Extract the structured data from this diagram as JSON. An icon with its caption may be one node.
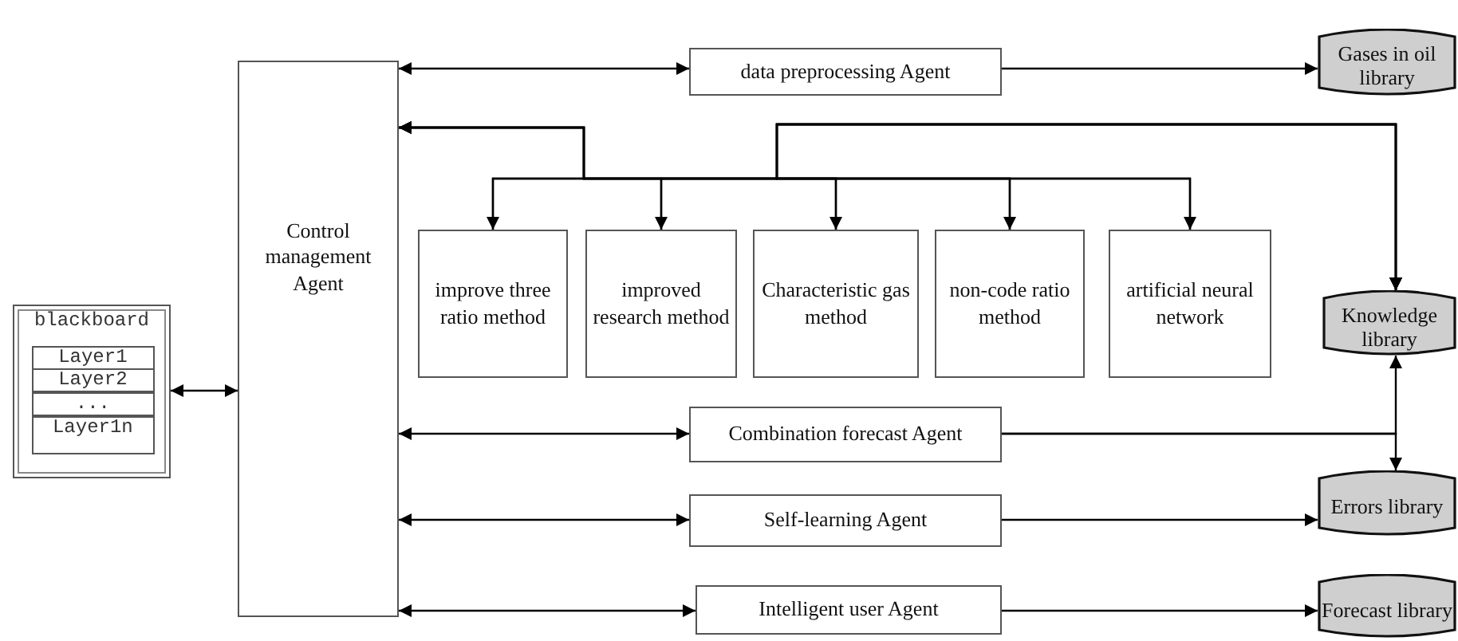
{
  "diagram": {
    "nodes": [
      {
        "text": [
          "blackboard"
        ]
      },
      {
        "text": [
          "Layer1"
        ],
        "in": 0
      },
      {
        "text": [
          "Layer2"
        ],
        "in": 0
      },
      {
        "text": [
          "..."
        ],
        "in": 0
      },
      {
        "text": [
          "Layer1n"
        ],
        "in": 0
      },
      {
        "text": [
          "Control management Agent"
        ]
      },
      {
        "text": [
          "data preprocessing Agent"
        ]
      },
      {
        "text": [
          "Gases in oil library"
        ]
      },
      {
        "text": [
          "improve three ratio method"
        ]
      },
      {
        "text": [
          "improved research method"
        ]
      },
      {
        "text": [
          "Characteristic gas method"
        ]
      },
      {
        "text": [
          "non-code ratio method"
        ]
      },
      {
        "text": [
          "artificial neural network"
        ]
      },
      {
        "text": [
          "Knowledge library"
        ]
      },
      {
        "text": [
          "Combination forecast Agent"
        ]
      },
      {
        "text": [
          "Errors library"
        ]
      },
      {
        "text": [
          "Self-learning Agent"
        ]
      },
      {
        "text": [
          "Intelligent user Agent"
        ]
      },
      {
        "text": [
          "Forecast library"
        ]
      }
    ],
    "edges": [
      {
        "from": 0,
        "to": 5,
        "arrow": "both"
      },
      {
        "from": 5,
        "to": 6,
        "arrow": "both"
      },
      {
        "from": 6,
        "to": 7,
        "arrow": "to"
      },
      {
        "from": 8,
        "to": 5,
        "arrow": "both"
      },
      {
        "from": 9,
        "to": 5,
        "arrow": "both"
      },
      {
        "from": 10,
        "to": 5,
        "arrow": "both"
      },
      {
        "from": 11,
        "to": 5,
        "arrow": "both"
      },
      {
        "from": 12,
        "to": 5,
        "arrow": "both"
      },
      {
        "from": 8,
        "to": 13,
        "arrow": "to"
      },
      {
        "from": 9,
        "to": 13,
        "arrow": "to"
      },
      {
        "from": 10,
        "to": 13,
        "arrow": "to"
      },
      {
        "from": 11,
        "to": 13,
        "arrow": "to"
      },
      {
        "from": 12,
        "to": 13,
        "arrow": "to"
      },
      {
        "from": 5,
        "to": 14,
        "arrow": "both"
      },
      {
        "from": 14,
        "to": 13,
        "arrow": "to"
      },
      {
        "from": 14,
        "to": 15,
        "arrow": "to"
      },
      {
        "from": 5,
        "to": 16,
        "arrow": "both"
      },
      {
        "from": 16,
        "to": 15,
        "arrow": "to"
      },
      {
        "from": 5,
        "to": 17,
        "arrow": "both"
      },
      {
        "from": 17,
        "to": 18,
        "arrow": "to"
      }
    ]
  }
}
